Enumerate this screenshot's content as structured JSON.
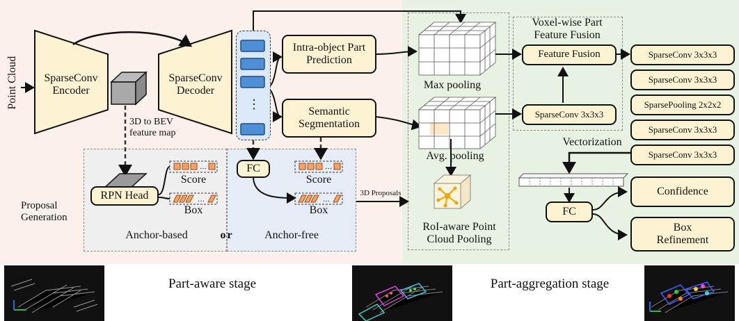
{
  "labels": {
    "point_cloud": "Point Cloud",
    "encoder": "SparseConv Encoder",
    "decoder": "SparseConv Decoder",
    "bev": "3D to BEV feature map",
    "intra_object": "Intra-object Part Prediction",
    "semantic_seg": "Semantic Segmentation",
    "proposal_generation": "Proposal Generation",
    "rpn_head": "RPN Head",
    "score": "Score",
    "box": "Box",
    "fc": "FC",
    "anchor_based": "Anchor-based",
    "or": "or",
    "anchor_free": "Anchor-free",
    "proposals_3d": "3D Proposals",
    "max_pooling": "Max pooling",
    "avg_pooling": "Avg. pooling",
    "roi_pooling": "RoI-aware Point Cloud Pooling",
    "voxel_fusion_title": "Voxel-wise Part Feature Fusion",
    "feature_fusion": "Feature Fusion",
    "sparseconv_333": "SparseConv 3x3x3",
    "sparsepooling": "SparsePooling 2x2x2",
    "vectorization": "Vectorization",
    "confidence": "Confidence",
    "box_refinement": "Box Refinement",
    "part_aware_stage": "Part-aware stage",
    "part_aggregation_stage": "Part-aggregation stage",
    "ellipsis": "⋮"
  },
  "right_stack": [
    "SparseConv 3x3x3",
    "SparseConv 3x3x3",
    "SparsePooling 2x2x2",
    "SparseConv 3x3x3",
    "SparseConv 3x3x3"
  ],
  "colors": {
    "left_bg": "#fbf1ea",
    "right_bg": "#e7f2e2",
    "box_fill": "#fdf3d3",
    "feature_blue": "#4f8fd6",
    "anchor_orange": "#f2a36a"
  }
}
